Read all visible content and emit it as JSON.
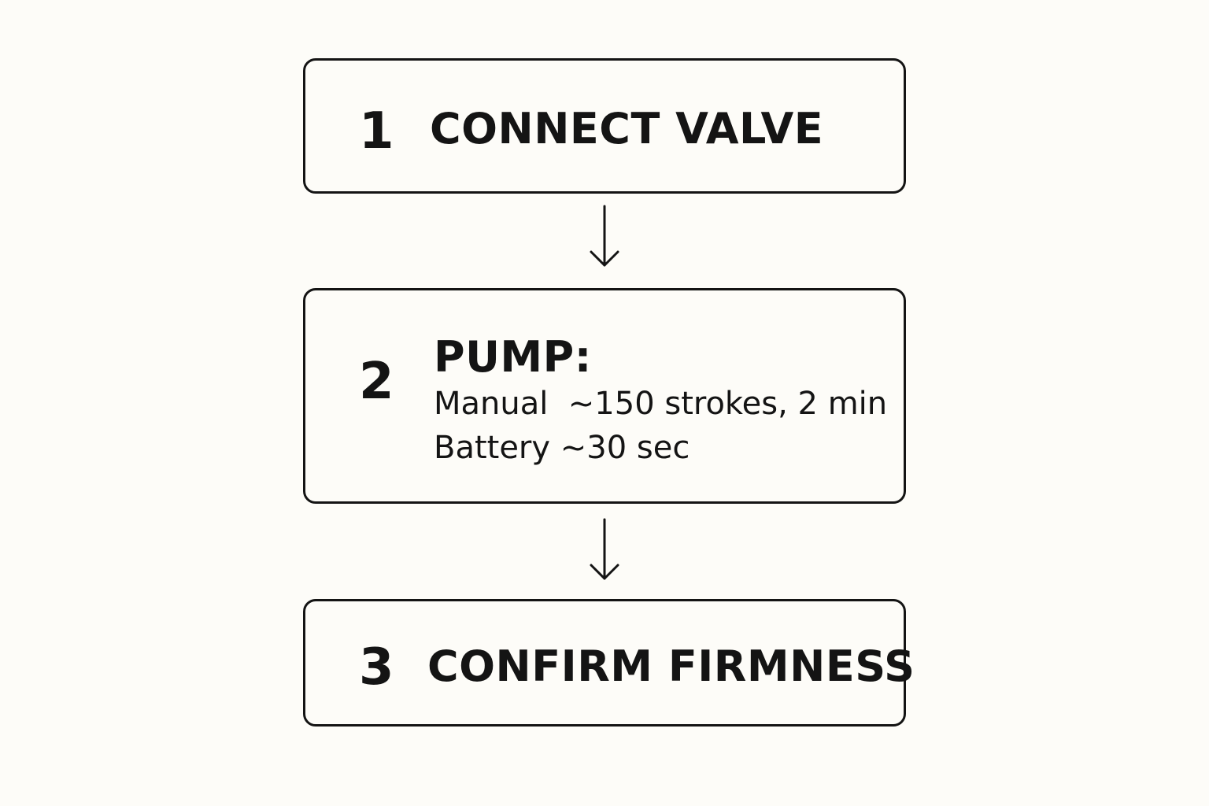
{
  "steps": [
    {
      "number": "1",
      "title": "CONNECT VALVE"
    },
    {
      "number": "2",
      "title": "PUMP:",
      "details": [
        "Manual  ~150 strokes, 2 min",
        "Battery ~30 sec"
      ]
    },
    {
      "number": "3",
      "title": "CONFIRM FIRMNESS"
    }
  ],
  "colors": {
    "background": "#fdfcf8",
    "stroke": "#141414"
  },
  "icons": {
    "connector": "arrow-down-icon"
  }
}
